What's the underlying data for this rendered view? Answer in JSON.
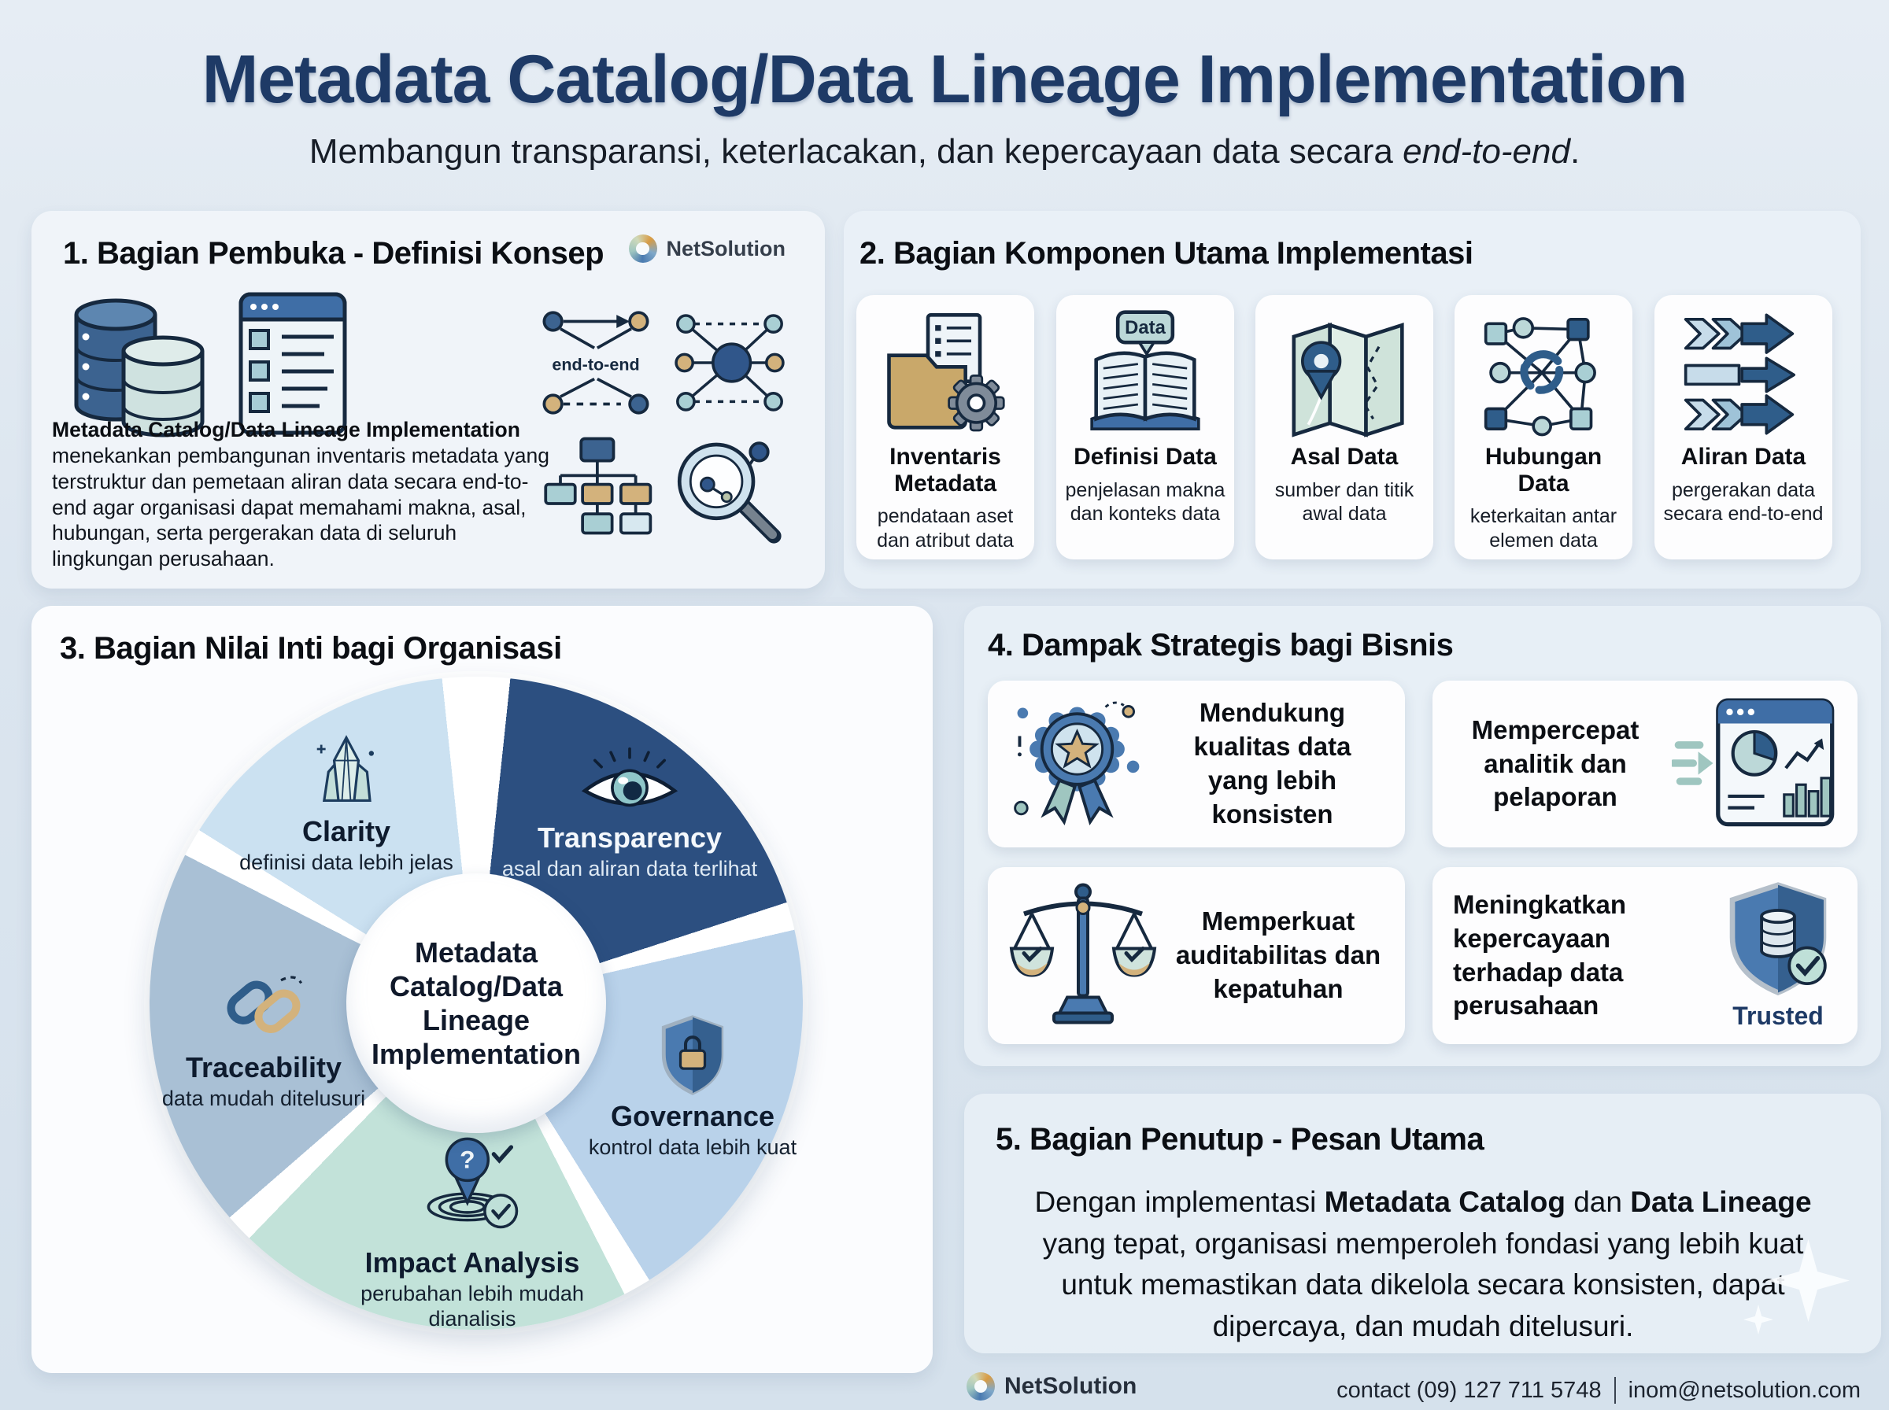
{
  "header": {
    "title": "Metadata Catalog/Data Lineage Implementation",
    "subtitle_prefix": "Membangun transparansi, keterlacakan, dan kepercayaan data secara ",
    "subtitle_em": "end-to-end",
    "subtitle_suffix": "."
  },
  "brand": {
    "name": "NetSolution"
  },
  "panel1": {
    "heading": "1. Bagian Pembuka - Definisi Konsep",
    "lead": "Metadata Catalog/Data Lineage Implementation",
    "body": "menekankan pembangunan inventaris metadata yang terstruktur dan pemetaan aliran data secara end-to-end agar organisasi dapat memahami makna, asal, hubungan, serta pergerakan data di seluruh lingkungan perusahaan.",
    "diagram_label": "end-to-end"
  },
  "panel2": {
    "heading": "2. Bagian Komponen Utama Implementasi",
    "cards": [
      {
        "icon": "folder-gear-icon",
        "title": "Inventaris Metadata",
        "desc": "pendataan aset dan atribut data"
      },
      {
        "icon": "book-data-icon",
        "title": "Definisi Data",
        "desc": "penjelasan makna dan konteks data",
        "bubble": "Data"
      },
      {
        "icon": "map-pin-icon",
        "title": "Asal Data",
        "desc": "sumber dan titik awal data"
      },
      {
        "icon": "node-mesh-icon",
        "title": "Hubungan Data",
        "desc": "keterkaitan antar elemen data"
      },
      {
        "icon": "flow-arrows-icon",
        "title": "Aliran Data",
        "desc": "pergerakan data secara end-to-end"
      }
    ]
  },
  "panel3": {
    "heading": "3. Bagian Nilai Inti bagi Organisasi",
    "center": "Metadata Catalog/Data Lineage Implementation",
    "segments": [
      {
        "label": "Clarity",
        "desc": "definisi data lebih jelas",
        "icon": "crystal-icon",
        "color": "#cbe1f1"
      },
      {
        "label": "Transparency",
        "desc": "asal dan aliran data terlihat",
        "icon": "eye-icon",
        "color": "#2c4f80"
      },
      {
        "label": "Governance",
        "desc": "kontrol data lebih kuat",
        "icon": "shield-lock-icon",
        "color": "#b9d2ea"
      },
      {
        "label": "Impact Analysis",
        "desc": "perubahan lebih mudah dianalisis",
        "icon": "impact-target-icon",
        "color": "#c2e2d9",
        "glyph": "?"
      },
      {
        "label": "Traceability",
        "desc": "data mudah ditelusuri",
        "icon": "chain-link-icon",
        "color": "#a9c0d5"
      }
    ]
  },
  "panel4": {
    "heading": "4. Dampak Strategis bagi Bisnis",
    "cards": [
      {
        "icon": "award-badge-icon",
        "text": "Mendukung kualitas data yang lebih konsisten"
      },
      {
        "icon": "analytics-report-icon",
        "text": "Mempercepat analitik dan pelaporan"
      },
      {
        "icon": "balance-scale-icon",
        "text": "Memperkuat auditabilitas dan kepatuhan"
      },
      {
        "icon": "trusted-shield-icon",
        "text": "Meningkatkan kepercayaan terhadap data perusahaan",
        "badge": "Trusted"
      }
    ]
  },
  "panel5": {
    "heading": "5. Bagian Penutup - Pesan Utama",
    "p1": "Dengan implementasi ",
    "b1": "Metadata Catalog",
    "p2": " dan ",
    "b2": "Data Lineage",
    "p3": " yang tepat, organisasi memperoleh fondasi yang lebih kuat untuk memastikan data dikelola secara konsisten, dapat dipercaya, dan mudah ditelusuri."
  },
  "footer": {
    "brand": "NetSolution",
    "contact": "contact (09) 127 711 5748",
    "email": "inom@netsolution.com"
  },
  "colors": {
    "accent_navy": "#1e3a66",
    "mid_blue": "#3f6ea6",
    "light_blue": "#cbe1f1",
    "mint": "#c2e2d9",
    "tan": "#d3b27c",
    "page_bg": "#dbe5ef"
  }
}
